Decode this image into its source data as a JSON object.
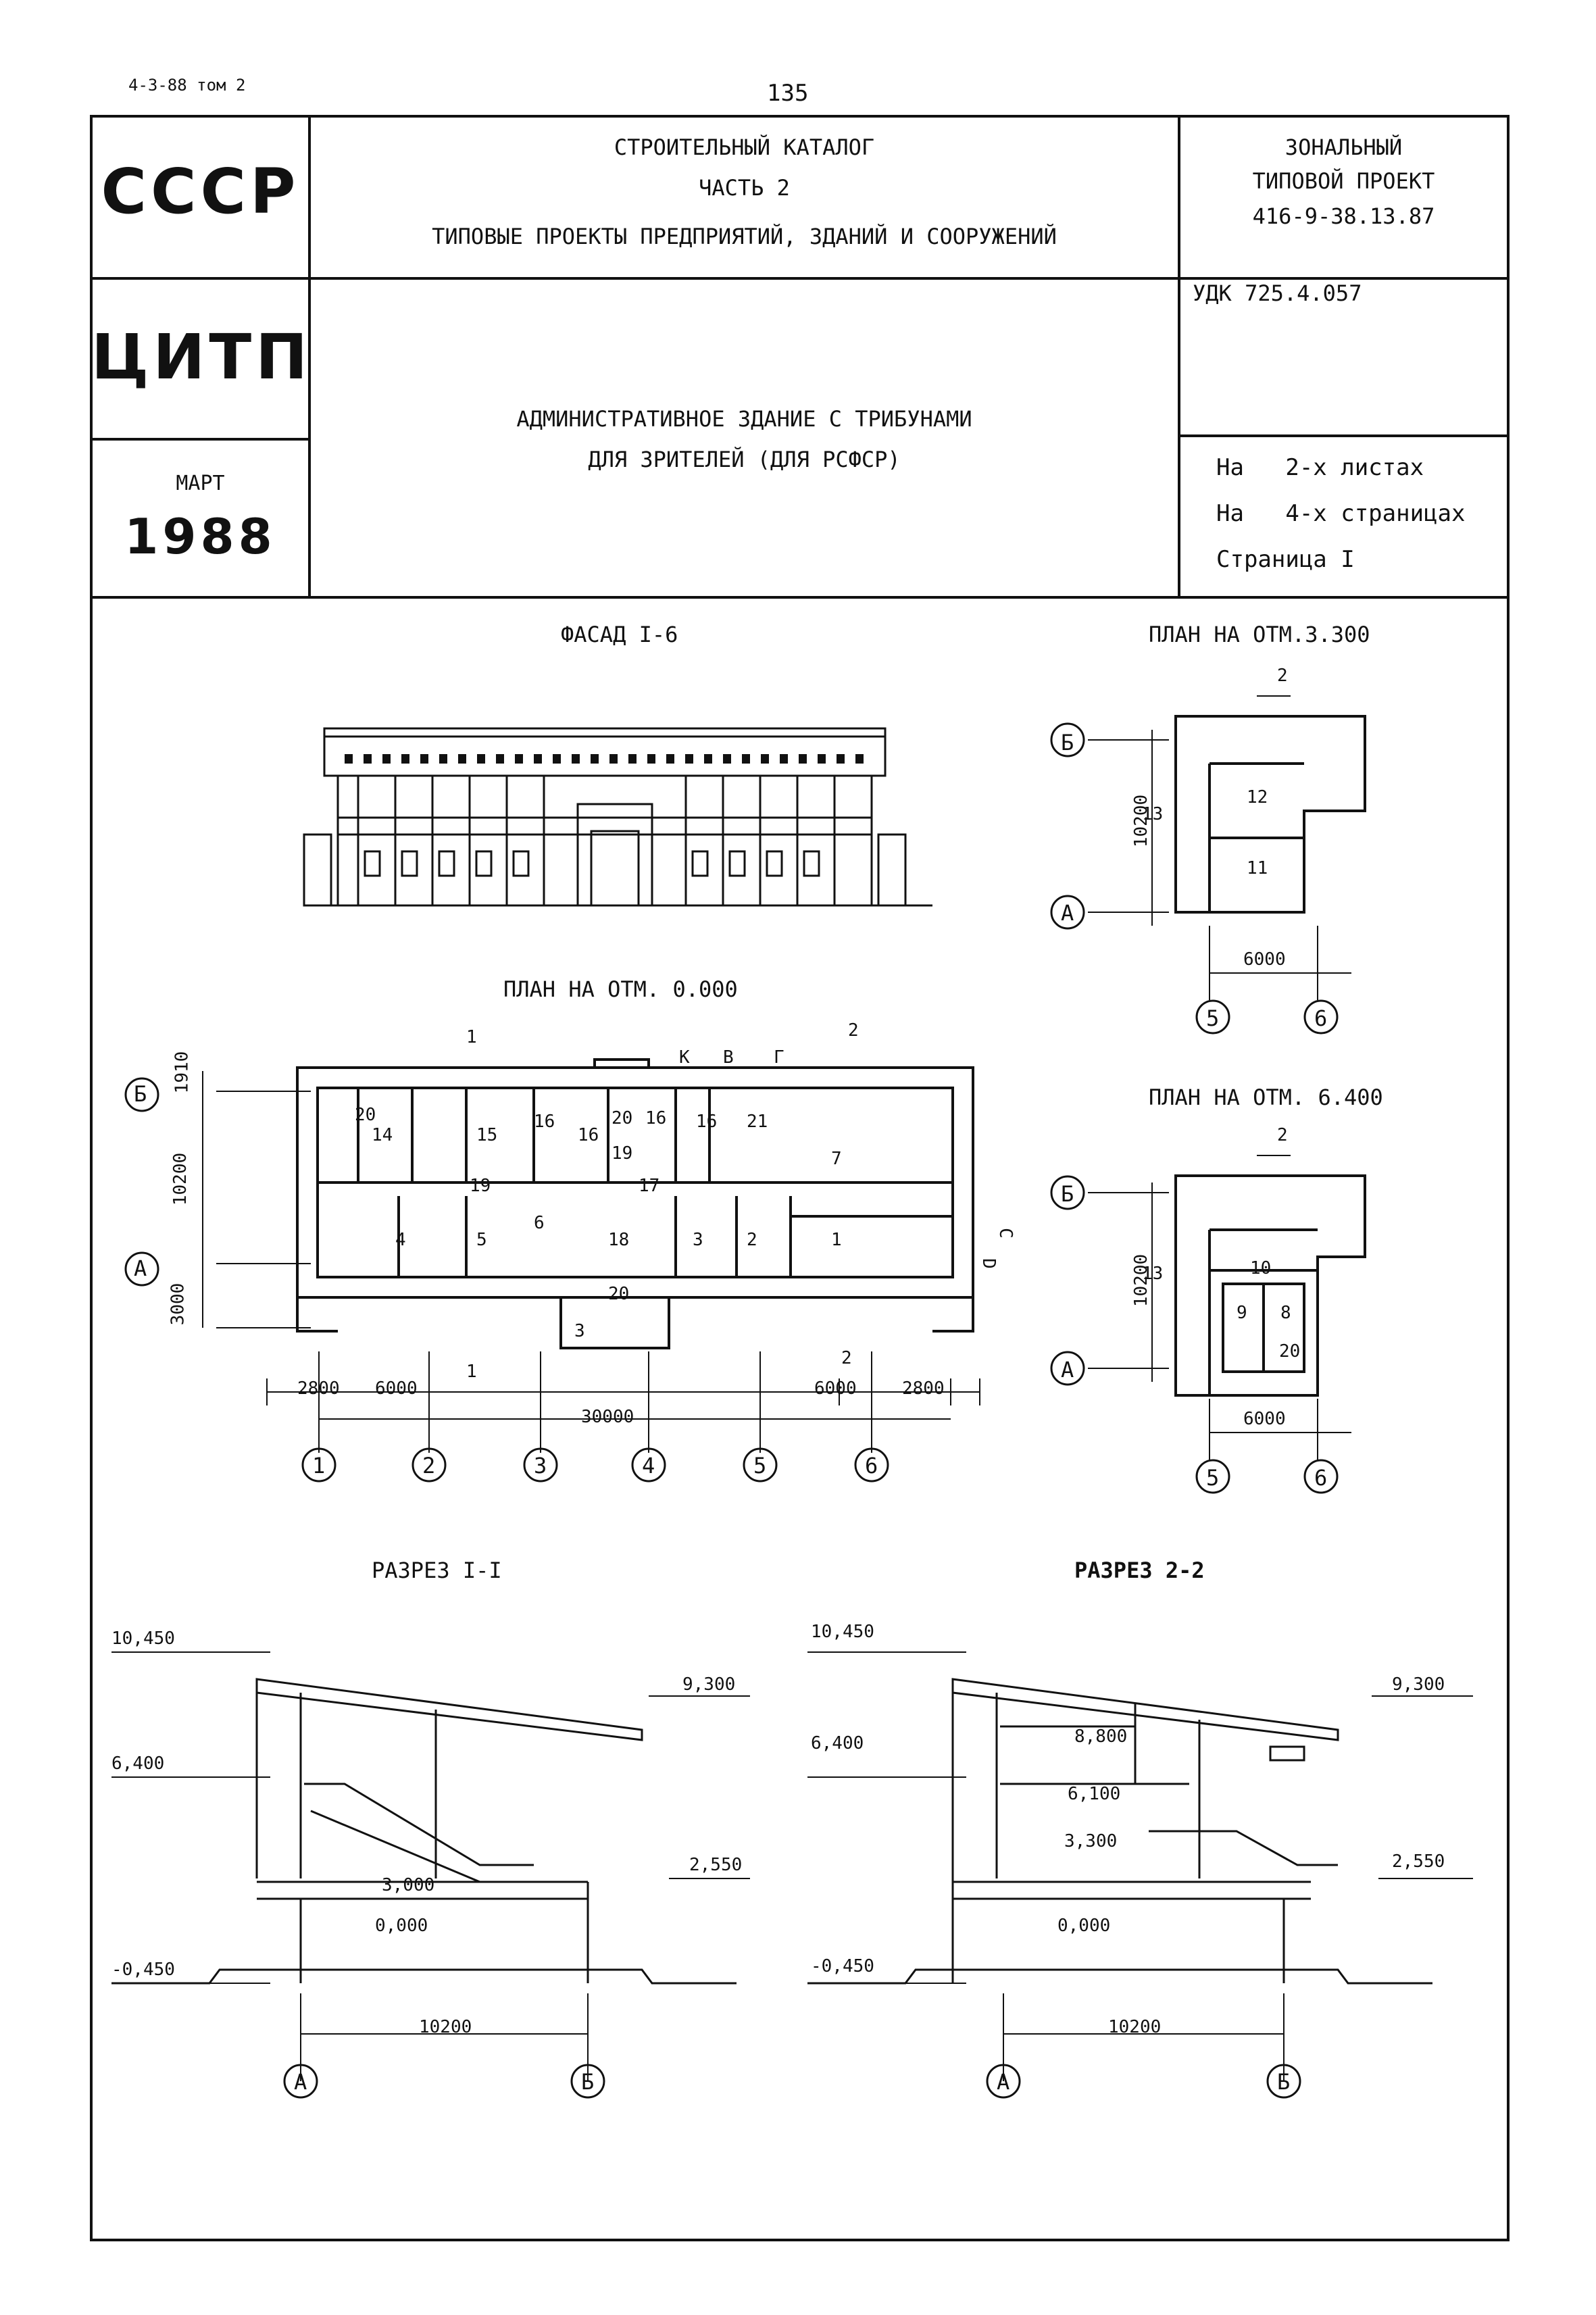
{
  "corner_ref": "4-3-88 том 2",
  "page_number": "135",
  "org": {
    "country": "СССР",
    "institute": "ЦИТП",
    "month": "МАРТ",
    "year": "1988"
  },
  "catalog": {
    "line1": "СТРОИТЕЛЬНЫЙ КАТАЛОГ",
    "line2": "ЧАСТЬ 2",
    "line3": "ТИПОВЫЕ ПРОЕКТЫ ПРЕДПРИЯТИЙ, ЗДАНИЙ И СООРУЖЕНИЙ"
  },
  "project": {
    "line1": "ЗОНАЛЬНЫЙ",
    "line2": "ТИПОВОЙ ПРОЕКТ",
    "line3": "416-9-38.13.87"
  },
  "udk": "УДК 725.4.057",
  "title": {
    "line1": "АДМИНИСТРАТИВНОЕ ЗДАНИЕ С ТРИБУНАМИ",
    "line2": "ДЛЯ ЗРИТЕЛЕЙ (ДЛЯ РСФСР)"
  },
  "sheets": {
    "line1": "На   2-х листах",
    "line2": "На   4-х страницах",
    "line3": "Страница I"
  },
  "drawings": {
    "facade": "ФАСАД I-6",
    "plan_000": "ПЛАН НА ОТМ. 0.000",
    "plan_3300": "ПЛАН НА ОТМ.3.300",
    "plan_6400": "ПЛАН НА ОТМ. 6.400",
    "section_1": "РАЗРЕЗ I-I",
    "section_2": "РАЗРЕЗ 2-2"
  },
  "plan_000": {
    "axes_letters": [
      "Б",
      "А"
    ],
    "axes_numbers": [
      "1",
      "2",
      "3",
      "4",
      "5",
      "6"
    ],
    "dims": {
      "top_offset": "1910",
      "depth": "10200",
      "bottom_offset": "3000",
      "left": "2800",
      "bay_left": "6000",
      "total": "30000",
      "bay_right": "6000",
      "right": "2800"
    },
    "rooms": [
      "20",
      "14",
      "15",
      "16",
      "16",
      "20",
      "16",
      "16",
      "21",
      "7",
      "19",
      "19",
      "17",
      "4",
      "5",
      "6",
      "18",
      "3",
      "2",
      "1",
      "20",
      "3"
    ],
    "section_marks": [
      "1",
      "1",
      "2",
      "2",
      "К",
      "В",
      "Г",
      "С",
      "D"
    ]
  },
  "plan_3300": {
    "axes": [
      "Б",
      "А",
      "5",
      "6"
    ],
    "dims": {
      "depth": "10200",
      "bay": "6000"
    },
    "rooms": [
      "13",
      "12",
      "11"
    ],
    "section_mark": "2"
  },
  "plan_6400": {
    "axes": [
      "Б",
      "А",
      "5",
      "6"
    ],
    "dims": {
      "depth": "10200",
      "bay": "6000"
    },
    "rooms": [
      "13",
      "10",
      "9",
      "8",
      "20"
    ],
    "section_mark": "2"
  },
  "section_1": {
    "levels": [
      "10,450",
      "6,400",
      "-0,450",
      "9,300",
      "2,550",
      "3,000",
      "0,000"
    ],
    "span": "10200",
    "axes": [
      "А",
      "Б"
    ]
  },
  "section_2": {
    "levels": [
      "10,450",
      "6,400",
      "-0,450",
      "9,300",
      "2,550",
      "8,800",
      "6,100",
      "3,300",
      "0,000"
    ],
    "span": "10200",
    "axes": [
      "А",
      "Б"
    ]
  }
}
